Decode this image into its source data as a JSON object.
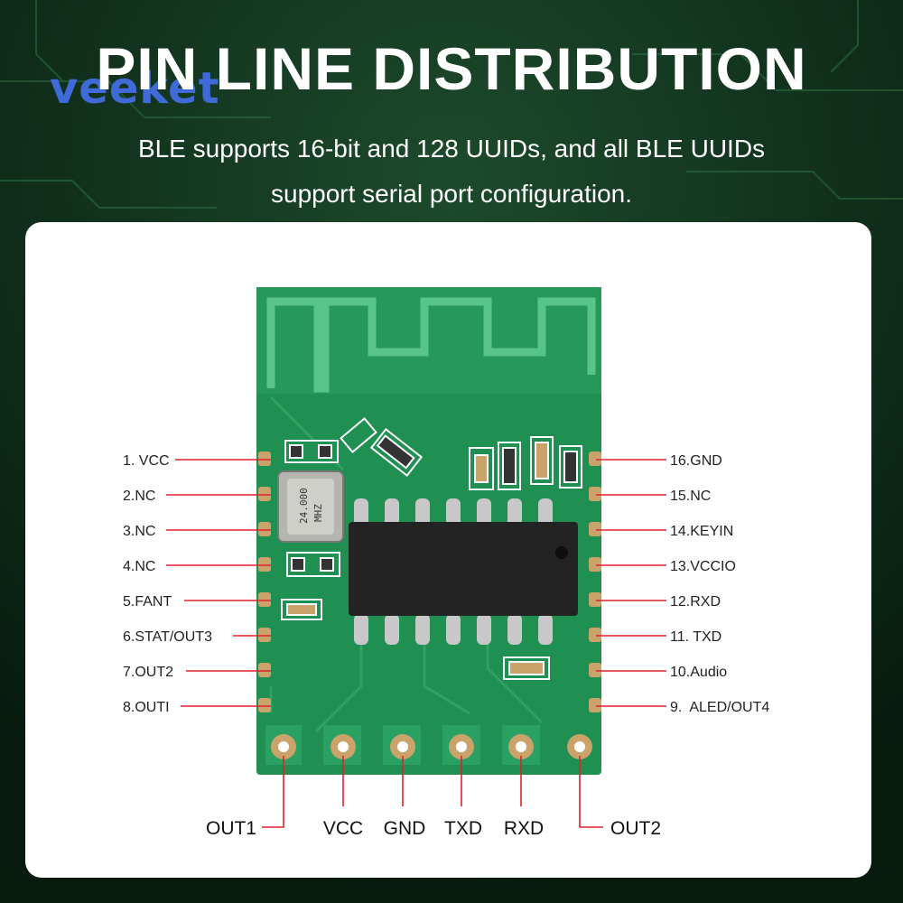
{
  "header": {
    "title": "PIN LINE DISTRIBUTION",
    "subtitle_line1": "BLE supports 16-bit and 128 UUIDs, and all BLE UUIDs",
    "subtitle_line2": "support serial port configuration.",
    "brand": "veeket"
  },
  "board": {
    "crystal_line1": "24.000",
    "crystal_line2": "MHZ"
  },
  "pins_left": [
    "1. VCC",
    "2.NC",
    "3.NC",
    "4.NC",
    "5.FANT",
    "6.STAT/OUT3",
    "7.OUT2",
    "8.OUTI"
  ],
  "pins_right": [
    "16.GND",
    "15.NC",
    "14.KEYIN",
    "13.VCCIO",
    "12.RXD",
    "11. TXD",
    "10.Audio",
    "9.  ALED/OUT4"
  ],
  "pins_bottom": [
    "OUT1",
    "VCC",
    "GND",
    "TXD",
    "RXD",
    "OUT2"
  ],
  "colors": {
    "pcb": "#1f8f52",
    "pcb_light": "#49b77a",
    "pad": "#c9a36a",
    "leader": "#e0212a",
    "chip": "#222222",
    "background": "#0b2a18"
  }
}
